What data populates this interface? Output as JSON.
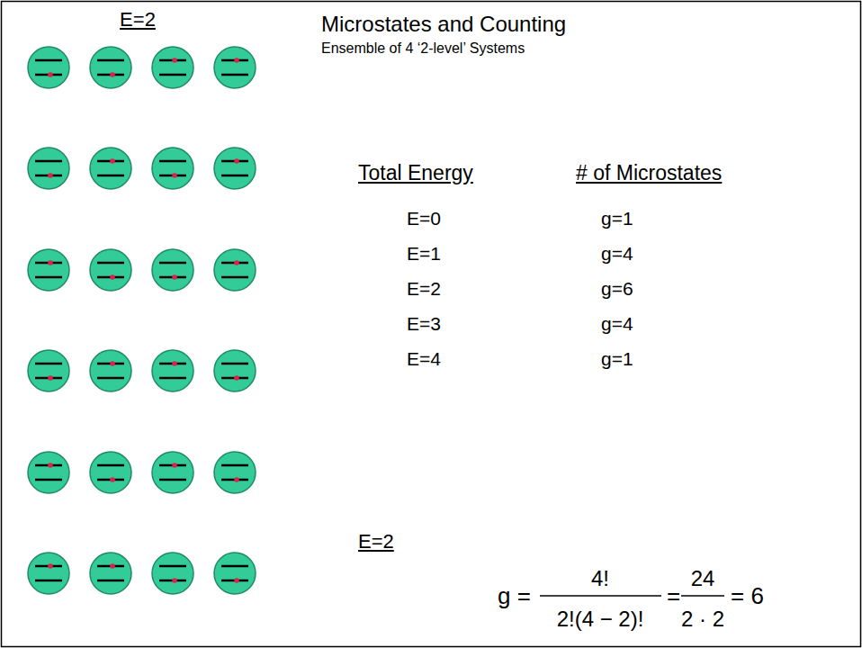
{
  "diagram": {
    "title": "Microstates and Counting",
    "labels": [
      "E=2",
      "Ensemble of 4 ‘2-level’ Systems",
      "Total Energy",
      "# of Microstates",
      "E=0",
      "g=1",
      "E=1",
      "g=4",
      "E=2",
      "g=6",
      "E=3",
      "g=4",
      "E=4",
      "g=1",
      "E=2",
      "g =",
      "4!",
      "2!(4 − 2)!",
      "=",
      "24",
      "2 · 2",
      "= 6"
    ]
  }
}
